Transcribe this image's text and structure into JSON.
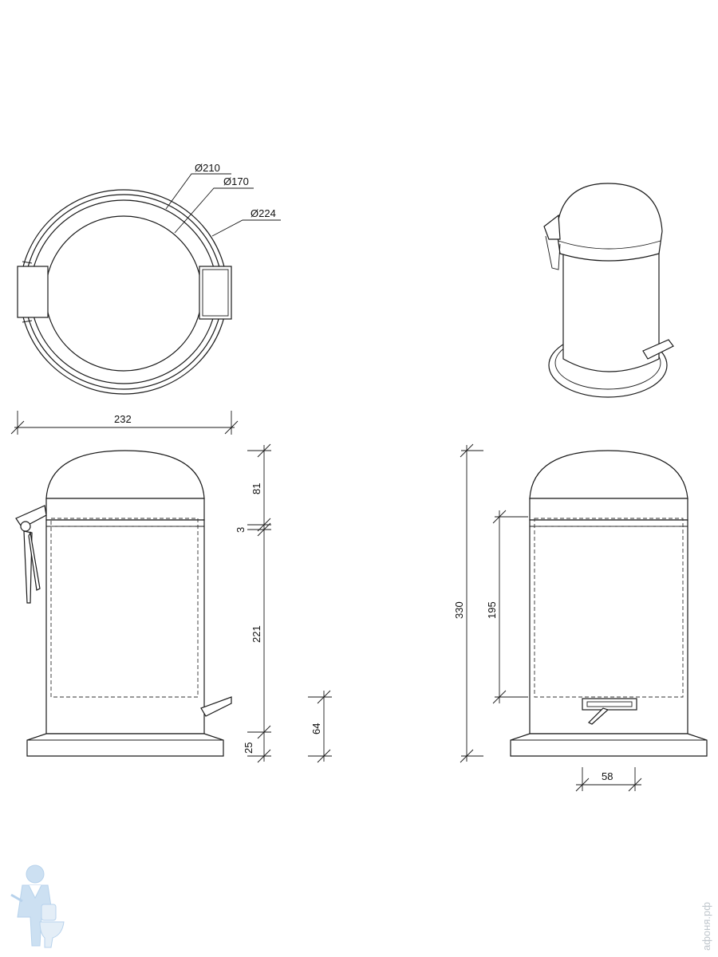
{
  "top_view": {
    "diameters": [
      "Ø210",
      "Ø170",
      "Ø224"
    ]
  },
  "front_view": {
    "width": "232",
    "heights": {
      "lid": "81",
      "gap": "3",
      "body": "221",
      "base": "25",
      "pedal_height": "64"
    }
  },
  "side_view": {
    "total_height": "330",
    "inner_height": "195",
    "pedal_width": "58"
  },
  "watermark": {
    "text": "афоня.рф",
    "mascot": "plumber-mascot-icon"
  },
  "colors": {
    "line": "#1a1a1a",
    "watermark": "#bfc6cc",
    "mascot": "#9fc4e6"
  }
}
